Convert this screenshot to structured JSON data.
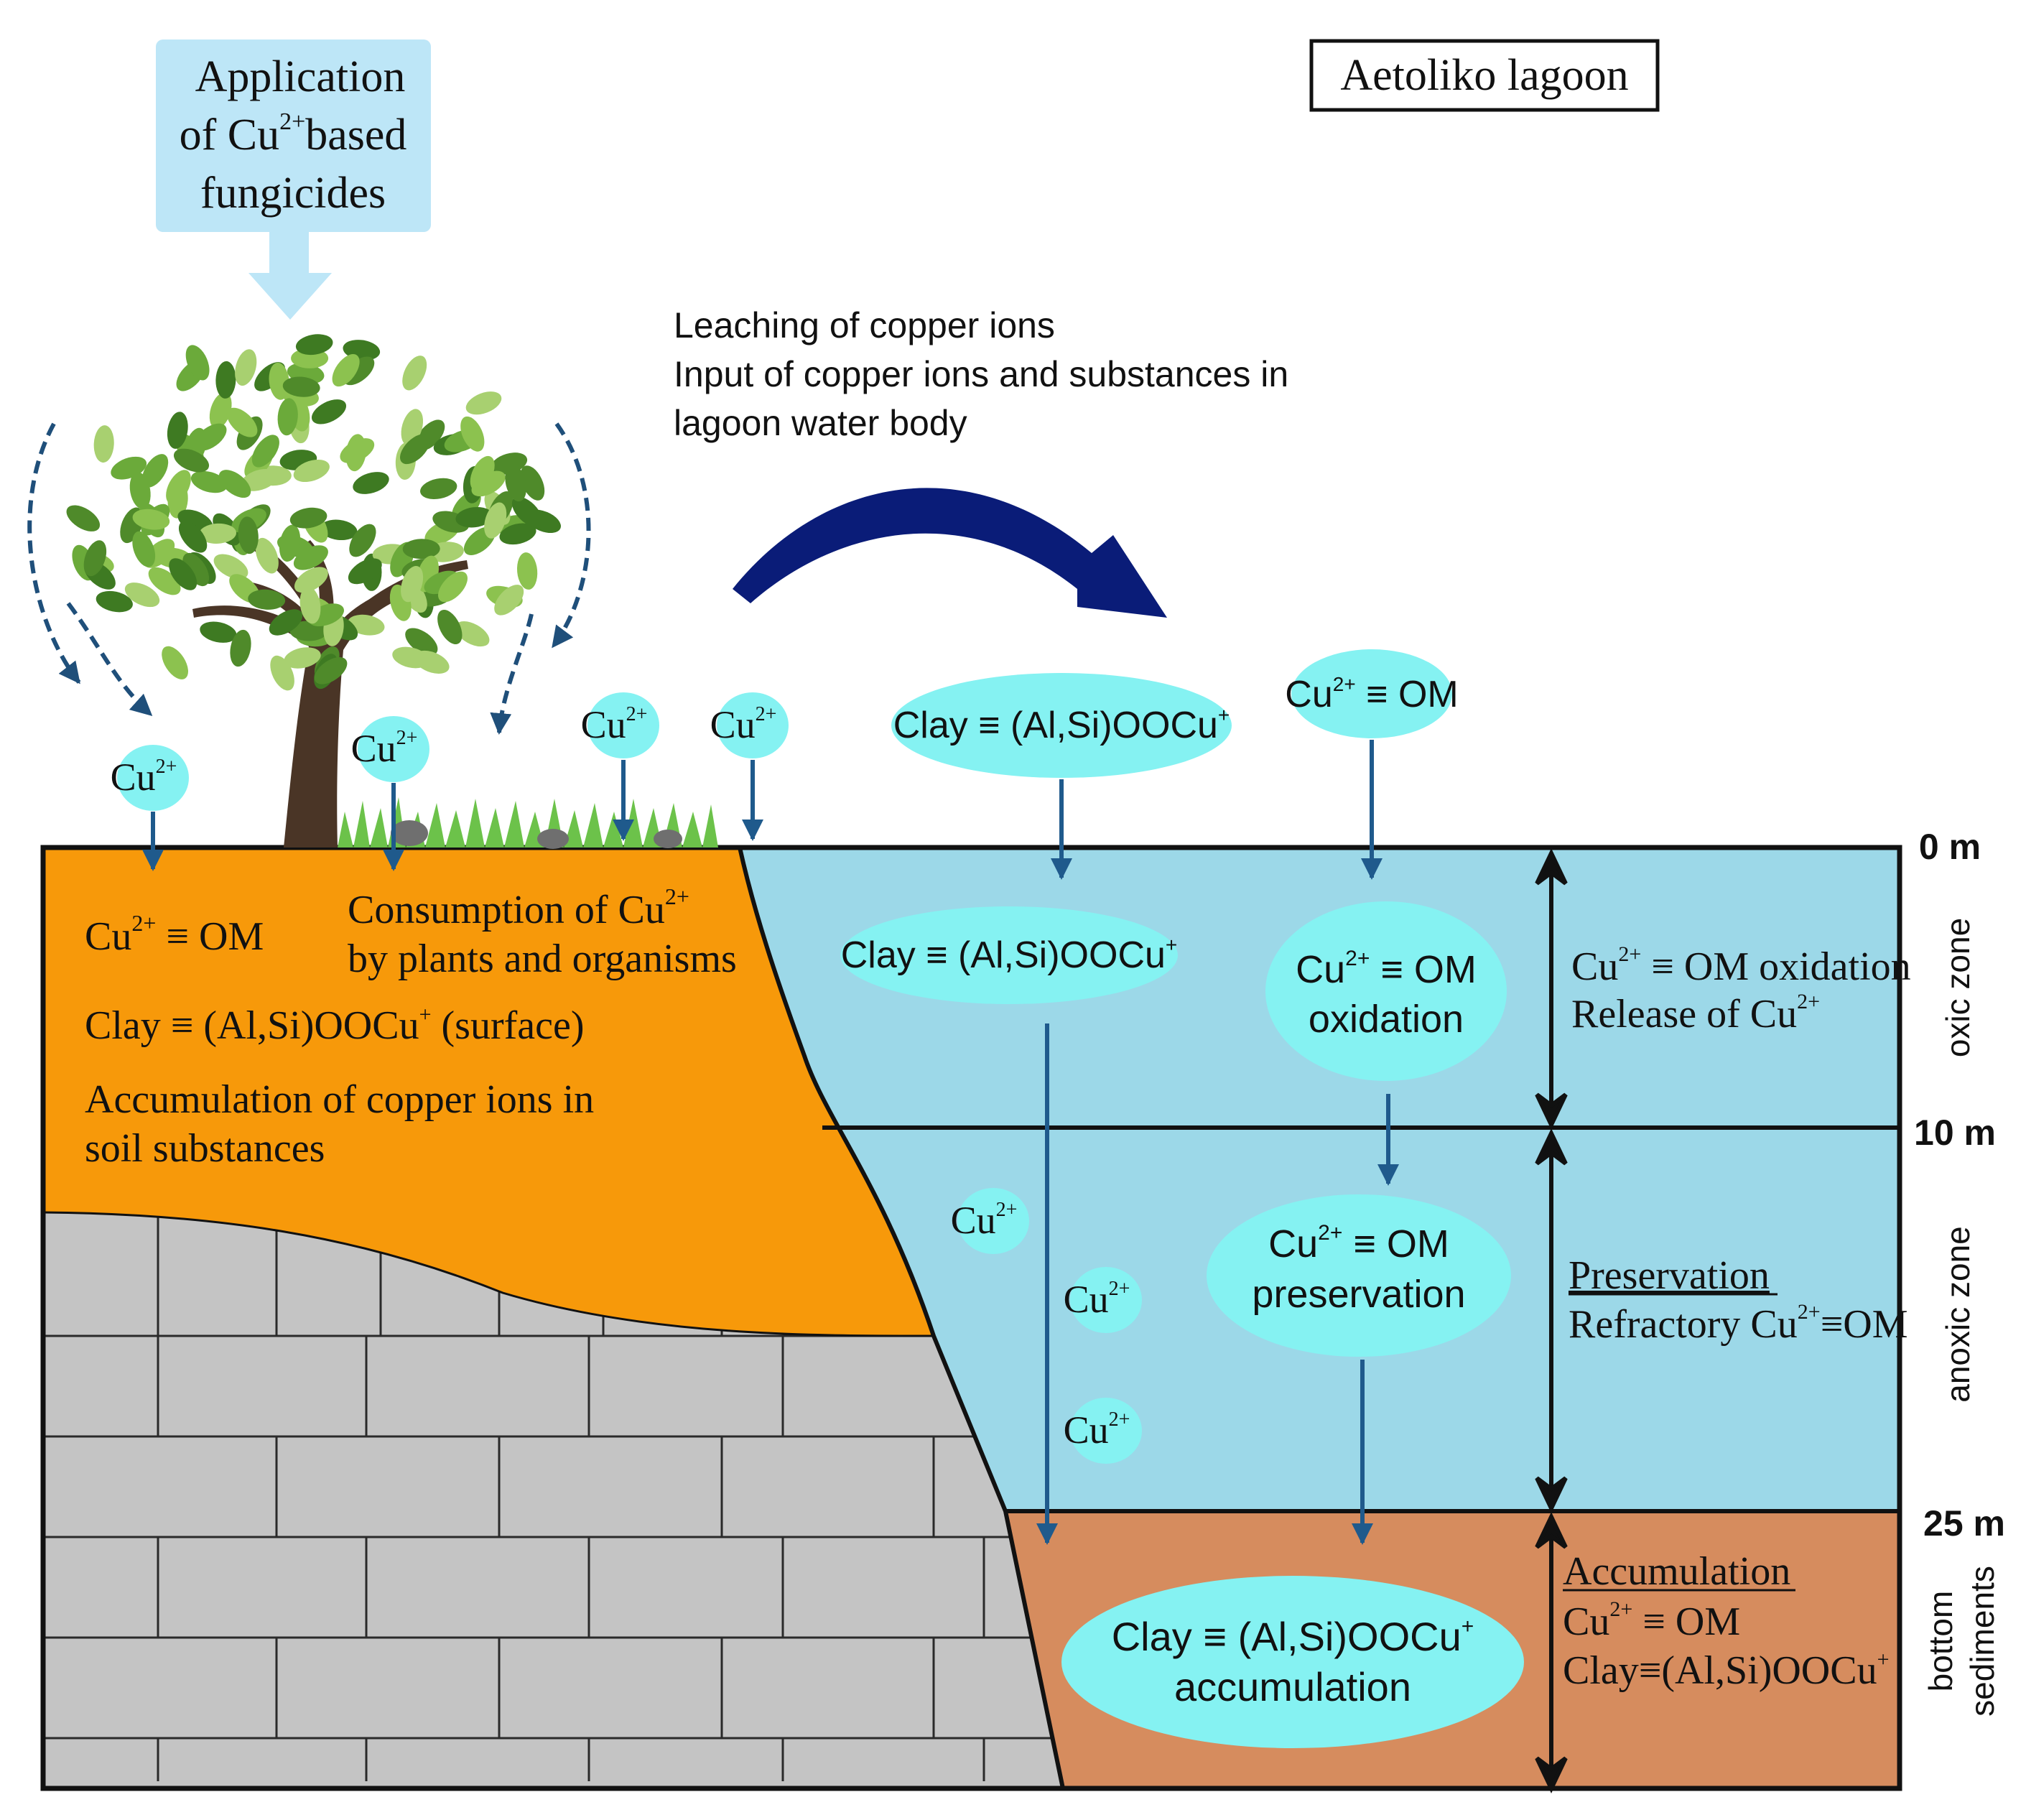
{
  "title_box": "Aetoliko lagoon",
  "application": {
    "line1": "Application",
    "line2_pre": "of Cu",
    "line2_sup": "2+",
    "line2_post": "based",
    "line3": "fungicides"
  },
  "leaching": {
    "line1": "Leaching of copper ions",
    "line2": "Input of copper ions and substances in",
    "line3": "lagoon water body"
  },
  "ion": {
    "base": "Cu",
    "sup": "2+"
  },
  "surface_bubbles": {
    "clay_pre": "Clay",
    "clay_post": "(Al,Si)OOCu",
    "clay_sup": "+",
    "om_base": "Cu",
    "om_sup": "2+",
    "om_post": "OM"
  },
  "soil": {
    "om_base": "Cu",
    "om_sup": "2+",
    "om_post": "OM",
    "consumption_pre": "Consumption of Cu",
    "consumption_sup": "2+",
    "consumption_line2": "by plants and organisms",
    "clay_pre": "Clay",
    "clay_post": "(Al,Si)OOCu",
    "clay_sup": "+",
    "clay_suffix": "(surface)",
    "accum_line1": "Accumulation of copper ions in",
    "accum_line2": "soil substances"
  },
  "lagoon": {
    "oxic_clay_pre": "Clay",
    "oxic_clay_post": "(Al,Si)OOCu",
    "oxic_clay_sup": "+",
    "oxidation_base": "Cu",
    "oxidation_sup": "2+",
    "oxidation_post": "OM",
    "oxidation_line2": "oxidation",
    "preservation_base": "Cu",
    "preservation_sup": "2+",
    "preservation_post": "OM",
    "preservation_line2": "preservation",
    "accum_clay_pre": "Clay",
    "accum_clay_post": "(Al,Si)OOCu",
    "accum_clay_sup": "+",
    "accum_line2": "accumulation"
  },
  "side_notes": {
    "oxic_base": "Cu",
    "oxic_sup": "2+",
    "oxic_post": "OM oxidation",
    "oxic_line2_pre": "Release of Cu",
    "oxic_line2_sup": "2+",
    "anoxic_title": "Preservation",
    "anoxic_line2_pre": "Refractory Cu",
    "anoxic_line2_sup": "2+",
    "anoxic_line2_post": "OM",
    "bottom_title": "Accumulation",
    "bottom_om_base": "Cu",
    "bottom_om_sup": "2+",
    "bottom_om_post": "OM",
    "bottom_clay_pre": "Clay",
    "bottom_clay_post": "(Al,Si)OOCu",
    "bottom_clay_sup": "+"
  },
  "depth_labels": [
    "0 m",
    "10 m",
    "25 m"
  ],
  "zone_labels": {
    "oxic": "oxic zone",
    "anoxic": "anoxic zone",
    "bottom_line1": "bottom",
    "bottom_line2": "sediments"
  },
  "colors": {
    "soil": "#F7990A",
    "water": "#9CD8E8",
    "sediment": "#D68C5E",
    "rock": "#C4C4C4",
    "bubble": "#85F2F2",
    "application_box": "#BDE6F7",
    "arrow_blue": "#1F5A8C",
    "arrow_navy": "#0A1C78"
  }
}
